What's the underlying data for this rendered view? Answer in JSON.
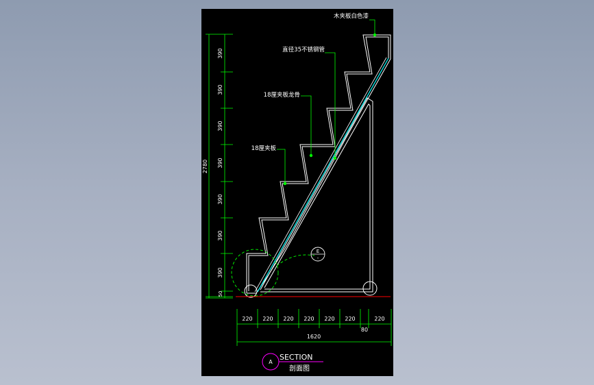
{
  "colors": {
    "background": "#000000",
    "dimension": "#00ff00",
    "outline": "#ffffff",
    "pipe": "#00ffff",
    "ground": "#ff0000",
    "title_circle": "#ff00ff"
  },
  "labels": {
    "top_finish": "木夹板白色漆",
    "pipe": "直径35不锈钢管",
    "keel": "18厘夹板龙骨",
    "plywood": "18厘夹板"
  },
  "vertical_dims": {
    "total": "2780",
    "risers": [
      "390",
      "390",
      "390",
      "390",
      "390",
      "390",
      "390"
    ],
    "base": "50"
  },
  "horizontal_dims": {
    "treads": [
      "220",
      "220",
      "220",
      "220",
      "220",
      "220",
      "220"
    ],
    "small": "80",
    "total": "1620"
  },
  "detail_ref": {
    "top": "E",
    "bottom": "-"
  },
  "title": {
    "marker": "A",
    "english": "SECTION",
    "chinese": "剖面图"
  }
}
